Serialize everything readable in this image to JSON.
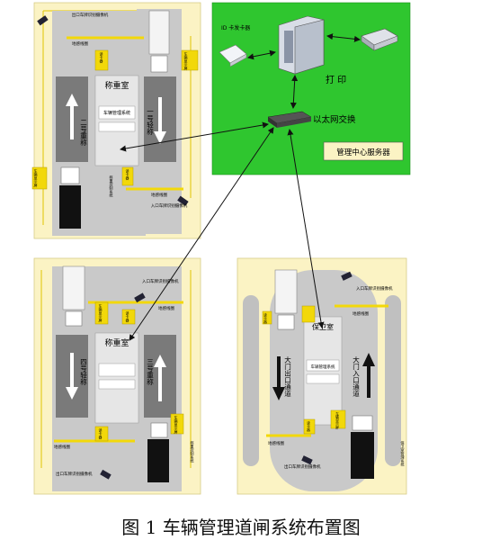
{
  "caption": "图 1 车辆管理道闸系统布置图",
  "colors": {
    "panel_bg": "#fbf3c4",
    "lane": "#9a9a9a",
    "lane_light": "#d4d4d4",
    "scale": "#6e6e6e",
    "booth": "#e6e6e6",
    "yellow": "#f2d80a",
    "server_green": "#2fc62f",
    "truck": "#111111"
  },
  "server_panel": {
    "card_reader": "ID 卡发卡器",
    "print": "打 印",
    "switch": "以太网交换",
    "server": "管理中心服务器"
  },
  "top_left": {
    "scale_left": "二号重称",
    "scale_right": "一号轻称",
    "booth": "称重室",
    "camera_top": "出口车牌识别摄像机",
    "camera_bottom": "入口车牌识别摄像机",
    "barrier_top": "地感线圈",
    "barrier_bottom": "地感线圈",
    "reader_top": "读卡器",
    "reader_bottom": "读卡器",
    "screen_top": "车辆显示屏",
    "screen_bottom": "车辆显示屏",
    "desk": "车辆管理系统",
    "bottom_note": "称重控制系统"
  },
  "bottom_left": {
    "scale_left": "四号轻称",
    "scale_right": "三号重称",
    "booth": "称重室",
    "camera_top": "入口车牌识别摄像机",
    "camera_bottom": "出口车牌识别摄像机",
    "barrier_top": "地感线圈",
    "barrier_bottom": "地感线圈",
    "reader_top": "读卡器",
    "reader_bottom": "读卡器",
    "screen_top": "车辆显示屏",
    "screen_bottom": "车辆显示屏",
    "side_note": "称重控制系统"
  },
  "bottom_right": {
    "booth": "保卫室",
    "lane_left": "大门出口通道",
    "lane_right": "大门入口通道",
    "camera_top": "入口车牌识别摄像机",
    "camera_bottom": "出口车牌识别摄像机",
    "barrier_top": "地感线圈",
    "barrier_bottom": "地感线圈",
    "reader_left": "读卡器",
    "reader_right": "读卡器",
    "screen": "车辆显示屏",
    "desk": "车辆管理系统",
    "side_note": "保卫室管理系统"
  }
}
